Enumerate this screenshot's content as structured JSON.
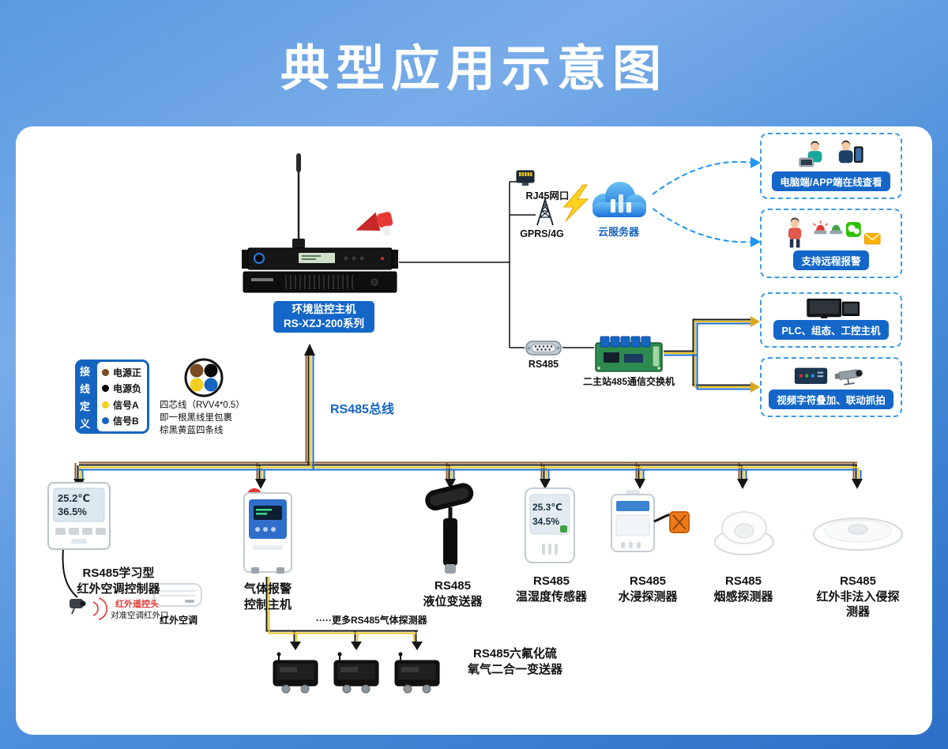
{
  "title": "典型应用示意图",
  "host": {
    "label": "环境监控主机\nRS-XZJ-200系列"
  },
  "uplinks": {
    "rj45": "RJ45网口",
    "gprs": "GPRS/4G",
    "cloud": "云服务器",
    "rs485": "RS485",
    "switch_label": "二主站485通信交换机"
  },
  "right_panels": [
    {
      "label": "电脑端/APP端在线查看"
    },
    {
      "label": "支持远程报警"
    },
    {
      "label": "PLC、组态、工控主机"
    },
    {
      "label": "视频字符叠加、联动抓拍"
    }
  ],
  "legend": {
    "title_chars": [
      "接",
      "线",
      "定",
      "义"
    ],
    "items": [
      {
        "label": "电源正",
        "color": "#7a4a21"
      },
      {
        "label": "电源负",
        "color": "#000000"
      },
      {
        "label": "信号A",
        "color": "#f2cf1d"
      },
      {
        "label": "信号B",
        "color": "#1565c0"
      }
    ],
    "note": "四芯线（RVV4*0.5）\n即一根黑线里包裹\n棕黑黄蓝四条线"
  },
  "bus": {
    "label": "RS485总线",
    "wire_colors": [
      "#8a5a2b",
      "#1a1a1a",
      "#e8c41e",
      "#1e6fd6"
    ]
  },
  "devices": [
    {
      "label": "RS485学习型\n红外空调控制器",
      "display_temp": "25.2℃",
      "display_hum": "36.5%"
    },
    {
      "label": "气体报警\n控制主机"
    },
    {
      "label": "RS485\n液位变送器"
    },
    {
      "label": "RS485\n温湿度传感器",
      "display_temp": "25.3℃",
      "display_hum": "34.5%"
    },
    {
      "label": "RS485\n水浸探测器"
    },
    {
      "label": "RS485\n烟感探测器"
    },
    {
      "label": "RS485\n红外非法入侵探测器"
    }
  ],
  "ac_zone": {
    "ir_head": "红外遥控头",
    "aim": "对准空调红外口",
    "ac": "红外空调"
  },
  "gas_zone": {
    "more": "·····更多RS485气体探测器",
    "transmitter": "RS485六氟化硫\n氧气二合一变送器"
  }
}
